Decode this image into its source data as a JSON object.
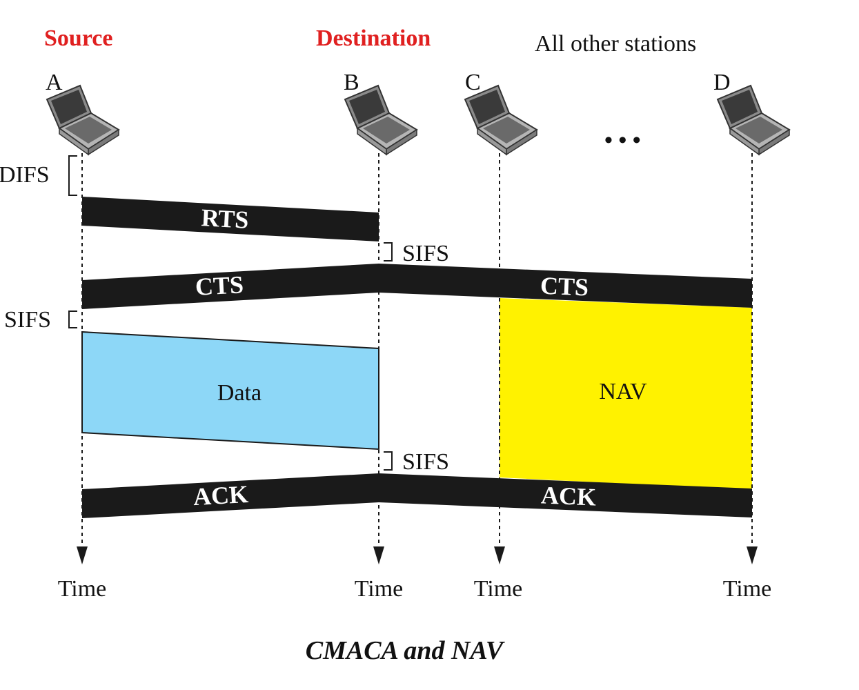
{
  "header": {
    "source_label": "Source",
    "destination_label": "Destination",
    "others_label": "All other stations",
    "ellipsis": "• • •"
  },
  "stations": [
    {
      "id": "A",
      "label": "A",
      "time_label": "Time"
    },
    {
      "id": "B",
      "label": "B",
      "time_label": "Time"
    },
    {
      "id": "C",
      "label": "C",
      "time_label": "Time"
    },
    {
      "id": "D",
      "label": "D",
      "time_label": "Time"
    }
  ],
  "intervals": {
    "difs": "DIFS",
    "sifs_b1": "SIFS",
    "sifs_a": "SIFS",
    "sifs_b2": "SIFS"
  },
  "frames": {
    "rts": "RTS",
    "cts_left": "CTS",
    "cts_right": "CTS",
    "data": "Data",
    "nav": "NAV",
    "ack_left": "ACK",
    "ack_right": "ACK"
  },
  "colors": {
    "source_label": "#e02020",
    "destination_label": "#e02020",
    "frame": "#1a1a1a",
    "data": "#8dd7f7",
    "nav": "#fff200"
  },
  "caption": "CMACA and NAV"
}
